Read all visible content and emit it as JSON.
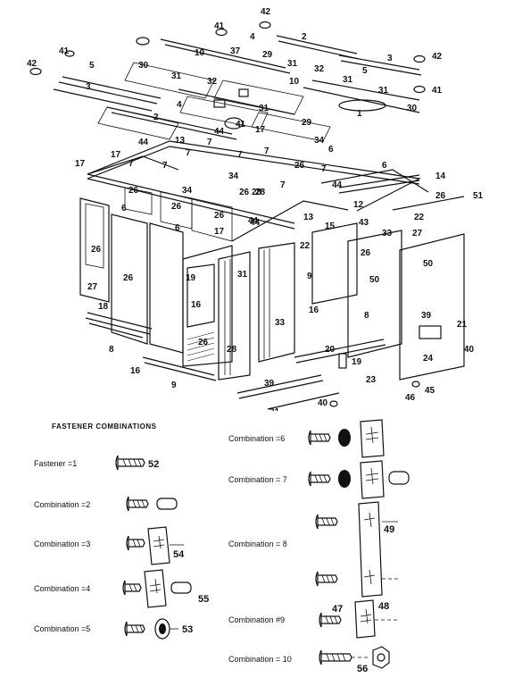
{
  "callouts": [
    "42",
    "41",
    "4",
    "2",
    "3",
    "42",
    "41",
    "37",
    "29",
    "5",
    "30",
    "10",
    "31",
    "32",
    "5",
    "3",
    "31",
    "32",
    "10",
    "31",
    "31",
    "41",
    "42",
    "1",
    "4",
    "31",
    "30",
    "2",
    "29",
    "17",
    "41",
    "44",
    "13",
    "7",
    "34",
    "6",
    "6",
    "44",
    "7",
    "7",
    "7",
    "26",
    "7",
    "17",
    "14",
    "7",
    "7",
    "34",
    "28",
    "7",
    "44",
    "17",
    "26",
    "26",
    "51",
    "6",
    "26",
    "34",
    "44",
    "12",
    "22",
    "26",
    "6",
    "26",
    "28",
    "13",
    "15",
    "43",
    "33",
    "27",
    "17",
    "44",
    "22",
    "26",
    "50",
    "26",
    "31",
    "9",
    "50",
    "27",
    "19",
    "26",
    "16",
    "33",
    "18",
    "8",
    "39",
    "21",
    "16",
    "26",
    "28",
    "20",
    "24",
    "40",
    "8",
    "16",
    "9",
    "19",
    "39",
    "23",
    "21",
    "40",
    "46",
    "45"
  ],
  "fasteners": {
    "title": "FASTENER COMBINATIONS",
    "left": [
      {
        "label": "Fastener =1",
        "num": "52"
      },
      {
        "label": "Combination =2",
        "num": ""
      },
      {
        "label": "Combination =3",
        "num": "54"
      },
      {
        "label": "Combination =4",
        "num": "55"
      },
      {
        "label": "Combination =5",
        "num": "53"
      }
    ],
    "right": [
      {
        "label": "Combination =6",
        "num": ""
      },
      {
        "label": "Combination = 7",
        "num": ""
      },
      {
        "label": "Combination = 8",
        "num": "49"
      },
      {
        "label": "Combination #9",
        "num": "47",
        "num2": "48"
      },
      {
        "label": "Combination = 10",
        "num": "56"
      }
    ]
  }
}
